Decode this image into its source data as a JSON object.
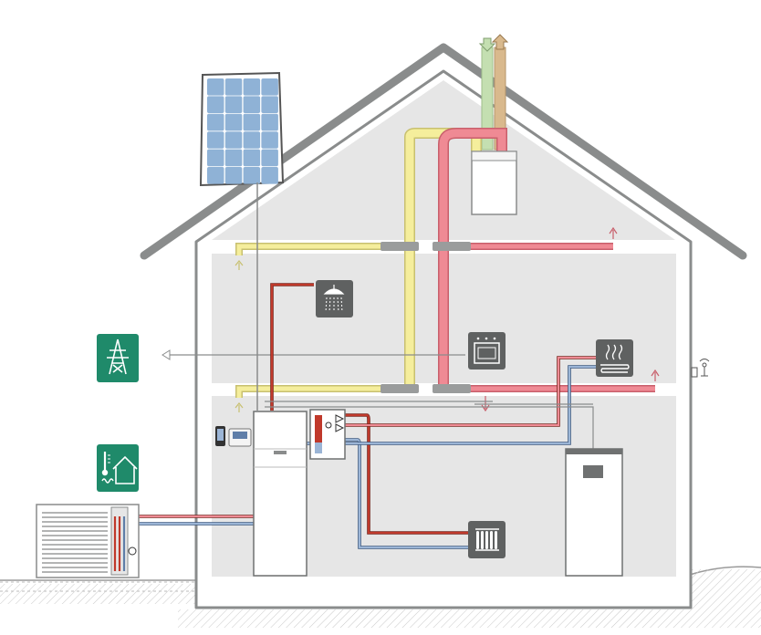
{
  "colors": {
    "supply_air": "#f5ee9c",
    "supply_air_dark": "#c8c070",
    "exhaust_air": "#ef8a94",
    "exhaust_air_dark": "#c85f6b",
    "intake_pipe": "#c4dfb1",
    "outlet_pipe": "#d9b98d",
    "hot_water": "#c0392b",
    "cold_water": "#5f7ea8",
    "icon_dark": "#5f6161",
    "green_icon": "#1f8a6a",
    "house_outline": "#8a8c8c",
    "floor_fill": "#e6e6e6",
    "panel_blue": "#8fb2d6"
  },
  "icons": {
    "power_grid": "power-pylon-icon",
    "home_heating": "thermometer-house-icon",
    "shower": "shower-icon",
    "oven": "oven-icon",
    "floor_heating": "underfloor-heating-icon",
    "radiator": "radiator-icon",
    "smartphone": "smartphone-icon",
    "thermostat": "room-thermostat-icon",
    "antenna": "antenna-icon"
  },
  "components": [
    "solar-panel",
    "ventilation-unit",
    "heat-pump-outdoor-unit",
    "heat-pump-indoor-unit",
    "hydraulic-station",
    "battery-storage"
  ]
}
